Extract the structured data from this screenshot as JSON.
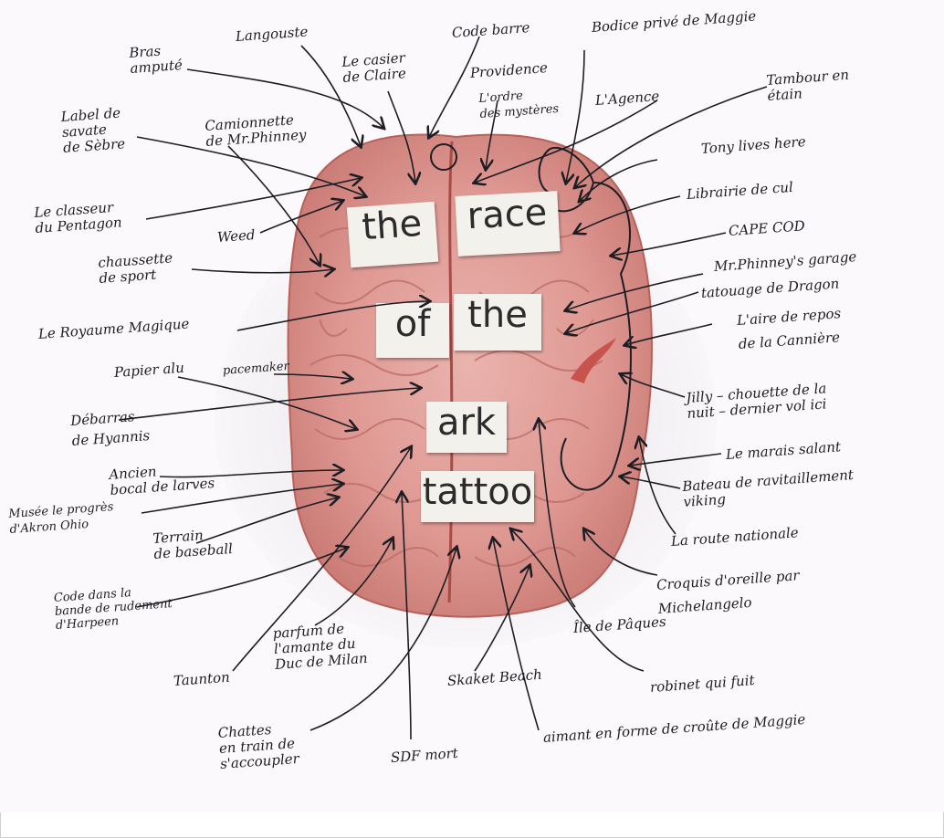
{
  "colors": {
    "ink": "#1d1d24",
    "tissue": "#e7a8a4",
    "tissue_dark": "#c8645c",
    "paper": "#f3f1ec"
  },
  "tiles": [
    "the",
    "race",
    "of",
    "the",
    "ark",
    "tattoo"
  ],
  "labels": {
    "bras_ampute": "Bras\namputé",
    "langouste": "Langouste",
    "casier_claire": "Le casier\nde Claire",
    "code_barre": "Code barre",
    "providence": "Providence",
    "ordre_mysteres": "L'ordre\ndes mystères",
    "bodice": "Bodice privé de Maggie",
    "agence": "L'Agence",
    "tambour": "Tambour en\nétain",
    "label_savate": "Label de\nsavate\nde Sèbre",
    "camionnette": "Camionnette\nde Mr.Phinney",
    "tony_lives": "Tony lives here",
    "classeur": "Le classeur\ndu Pentagon",
    "weed": "Weed",
    "librairie": "Librairie de cul",
    "cape_cod": "CAPE COD",
    "chaussette": "chaussette\nde sport",
    "garage": "Mr.Phinney's garage",
    "tatouage": "tatouage de Dragon",
    "aire_repos": "L'aire de repos\nde la Cannière",
    "royaume": "Le Royaume Magique",
    "papier_alu": "Papier alu",
    "pacemaker": "pacemaker",
    "jilly": "Jilly – chouette de la\nnuit – dernier vol ici",
    "debarras": "Débarras\nde Hyannis",
    "ancien_bocal": "Ancien\nbocal de larves",
    "marais": "Le marais salant",
    "bateau": "Bateau de ravitaillement\nviking",
    "musee": "Musée le progrès\nd'Akron Ohio",
    "terrain": "Terrain\nde baseball",
    "route": "La route nationale",
    "code_bande": "Code dans la\nbande de rudement\nd'Harpeen",
    "croquis": "Croquis d'oreille par\nMichelangelo",
    "ile": "Île de Pâques",
    "parfum": "parfum de\nl'amante du\nDuc de Milan",
    "taunton": "Taunton",
    "skaket": "Skaket Beach",
    "robinet": "robinet qui fuit",
    "chattes": "Chattes\nen train de\ns'accoupler",
    "sdf": "SDF mort",
    "aimant": "aimant en forme de croûte de Maggie"
  }
}
